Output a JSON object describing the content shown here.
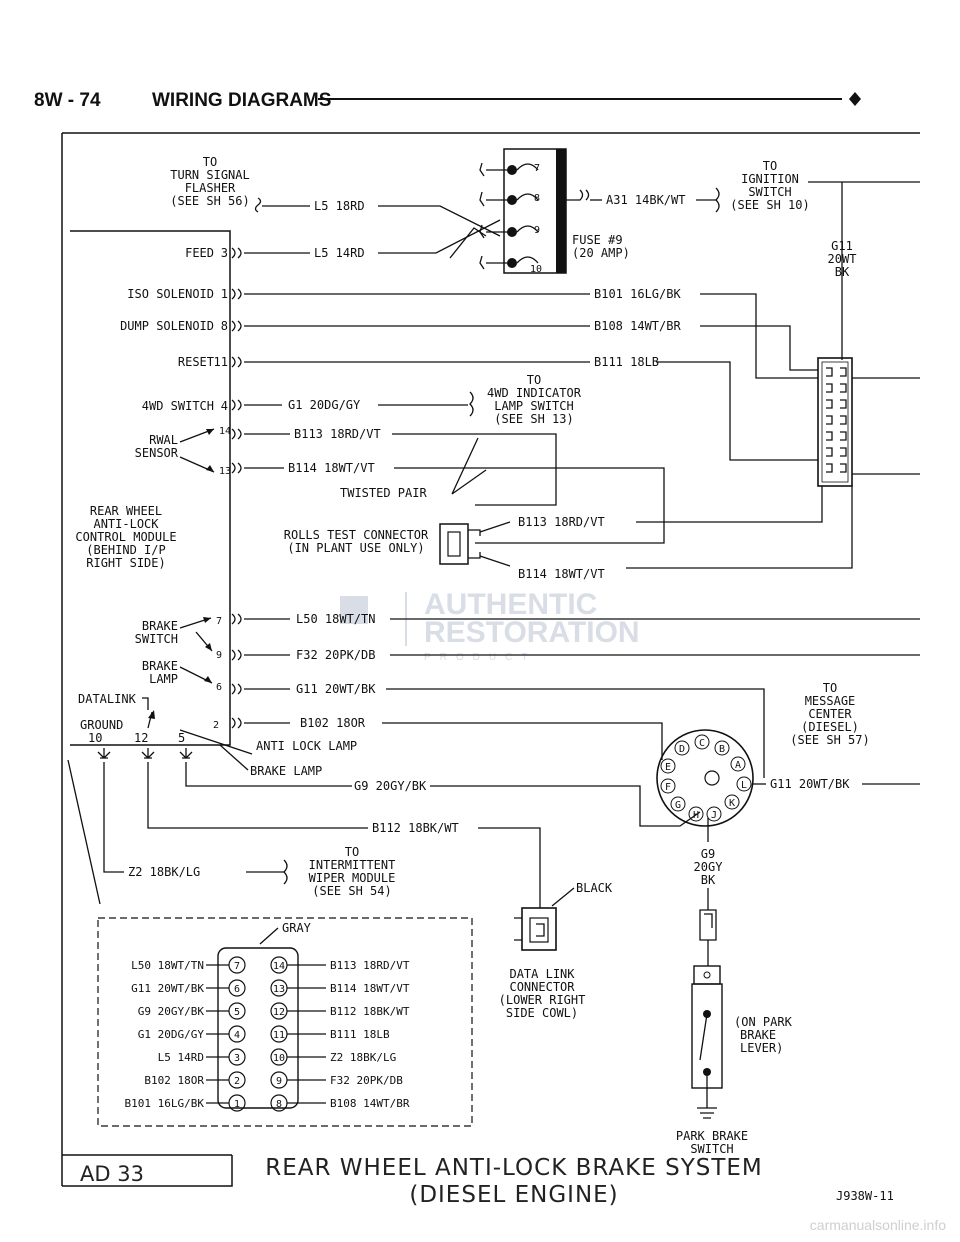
{
  "header": {
    "page_ref": "8W - 74",
    "section": "WIRING DIAGRAMS"
  },
  "module": {
    "name_lines": [
      "REAR WHEEL",
      "ANTI-LOCK",
      "CONTROL MODULE",
      "(BEHIND I/P",
      "RIGHT SIDE)"
    ],
    "pins": [
      {
        "label": "FEED",
        "pin": "3"
      },
      {
        "label": "ISO SOLENOID",
        "pin": "1"
      },
      {
        "label": "DUMP SOLENOID",
        "pin": "8"
      },
      {
        "label": "RESET",
        "pin": "11"
      },
      {
        "label": "4WD SWITCH",
        "pin": "4"
      }
    ],
    "rwal_sensor": {
      "lines": [
        "RWAL",
        "SENSOR"
      ],
      "pins": [
        "14",
        "13"
      ]
    },
    "brake_switch": {
      "lines": [
        "BRAKE",
        "SWITCH"
      ],
      "pins": [
        "7",
        "9"
      ]
    },
    "brake_lamp": {
      "lines": [
        "BRAKE",
        "LAMP"
      ],
      "pin": "6"
    },
    "datalink": {
      "label": "DATALINK",
      "ground": "GROUND",
      "pins": [
        "10",
        "12",
        "5",
        "2"
      ]
    }
  },
  "turn_signal_note": [
    "TO",
    "TURN SIGNAL",
    "FLASHER",
    "(SEE SH 56)"
  ],
  "ignition_note": [
    "TO",
    "IGNITION",
    "SWITCH",
    "(SEE SH 10)"
  ],
  "fuse": {
    "lines": [
      "FUSE #9",
      "(20 AMP)"
    ],
    "terminals": [
      "7",
      "8",
      "9",
      "10"
    ]
  },
  "ground_g11": [
    "G11",
    "20WT",
    "BK"
  ],
  "wires": {
    "l5_18rd": "L5 18RD",
    "l5_14rd": "L5 14RD",
    "a31": "A31 14BK/WT",
    "b101": "B101 16LG/BK",
    "b108": "B108 14WT/BR",
    "b111": "B111 18LB",
    "g1": "G1 20DG/GY",
    "b113": "B113 18RD/VT",
    "b114": "B114 18WT/VT",
    "twisted": "TWISTED PAIR",
    "l50": "L50 18WT/TN",
    "f32": "F32 20PK/DB",
    "g11": "G11 20WT/BK",
    "b102": "B102 18OR",
    "anti_lock_lamp": "ANTI LOCK LAMP",
    "brake_lamp": "BRAKE LAMP",
    "g9": "G9 20GY/BK",
    "b112": "B112 18BK/WT",
    "z2": "Z2 18BK/LG",
    "g11_right": "G11 20WT/BK"
  },
  "indicator_note": [
    "TO",
    "4WD INDICATOR",
    "LAMP SWITCH",
    "(SEE SH 13)"
  ],
  "rolls_connector": [
    "ROLLS TEST CONNECTOR",
    "(IN PLANT USE ONLY)"
  ],
  "rolls_wires": [
    "B113 18RD/VT",
    "B114 18WT/VT"
  ],
  "watermark": {
    "line1": "AUTHENTIC",
    "line2": "RESTORATION",
    "line3": "PRODUCT"
  },
  "message_center_note": [
    "TO",
    "MESSAGE",
    "CENTER",
    "(DIESEL)",
    "(SEE SH 57)"
  ],
  "round_connector_pins": [
    "D",
    "C",
    "B",
    "A",
    "E",
    "F",
    "L",
    "G",
    "H",
    "J",
    "K"
  ],
  "intermittent_note": [
    "TO",
    "INTERMITTENT",
    "WIPER MODULE",
    "(SEE SH 54)"
  ],
  "black_label": "BLACK",
  "data_link": [
    "DATA LINK",
    "CONNECTOR",
    "(LOWER RIGHT",
    "SIDE COWL)"
  ],
  "g9_label": [
    "G9",
    "20GY",
    "BK"
  ],
  "park_brake_note": [
    "(ON PARK",
    "BRAKE",
    "LEVER)"
  ],
  "park_brake_switch": [
    "PARK BRAKE",
    "SWITCH"
  ],
  "connector_table": {
    "gray": "GRAY",
    "rows": [
      {
        "left": "L50 18WT/TN",
        "lpin": "7",
        "rpin": "14",
        "right": "B113 18RD/VT"
      },
      {
        "left": "G11 20WT/BK",
        "lpin": "6",
        "rpin": "13",
        "right": "B114 18WT/VT"
      },
      {
        "left": "G9 20GY/BK",
        "lpin": "5",
        "rpin": "12",
        "right": "B112 18BK/WT"
      },
      {
        "left": "G1 20DG/GY",
        "lpin": "4",
        "rpin": "11",
        "right": "B111 18LB"
      },
      {
        "left": "L5 14RD",
        "lpin": "3",
        "rpin": "10",
        "right": "Z2 18BK/LG"
      },
      {
        "left": "B102 18OR",
        "lpin": "2",
        "rpin": "9",
        "right": "F32 20PK/DB"
      },
      {
        "left": "B101 16LG/BK",
        "lpin": "1",
        "rpin": "8",
        "right": "B108 14WT/BR"
      }
    ]
  },
  "footer": {
    "ad_code": "AD 33",
    "title_line1": "REAR WHEEL ANTI-LOCK BRAKE SYSTEM",
    "title_line2": "(DIESEL ENGINE)",
    "figure_code": "J938W-11",
    "site": "carmanualsonline.info"
  }
}
